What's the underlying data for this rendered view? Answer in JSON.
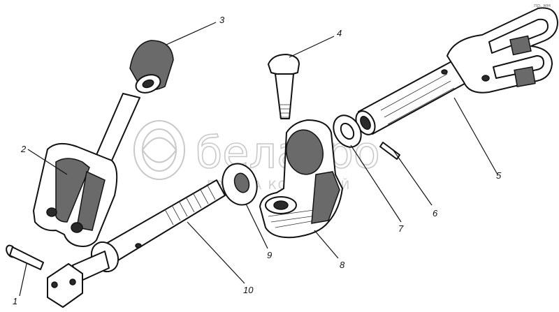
{
  "watermark": {
    "brand": "белагро",
    "tagline": "ГРУППА КОМПАНИЙ"
  },
  "corner_mark": "пр. мм",
  "callouts": [
    {
      "label": "1"
    },
    {
      "label": "2"
    },
    {
      "label": "3"
    },
    {
      "label": "4"
    },
    {
      "label": "5"
    },
    {
      "label": "6"
    },
    {
      "label": "7"
    },
    {
      "label": "8"
    },
    {
      "label": "9"
    },
    {
      "label": "10"
    }
  ]
}
